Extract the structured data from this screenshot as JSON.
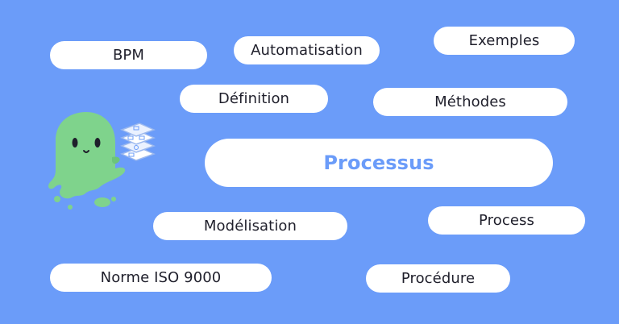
{
  "tags": {
    "bpm": "BPM",
    "automatisation": "Automatisation",
    "exemples": "Exemples",
    "definition": "Définition",
    "methodes": "Méthodes",
    "processus": "Processus",
    "modelisation": "Modélisation",
    "process": "Process",
    "norme": "Norme ISO 9000",
    "procedure": "Procédure"
  },
  "colors": {
    "background": "#6b9cf9",
    "pill": "#ffffff",
    "text": "#1f1f2b",
    "highlight_text": "#6b9cf9",
    "mascot": "#7fd38c"
  },
  "mascot": {
    "icon": "ghost-mascot-icon",
    "holding": "stacked-process-layers-icon"
  }
}
